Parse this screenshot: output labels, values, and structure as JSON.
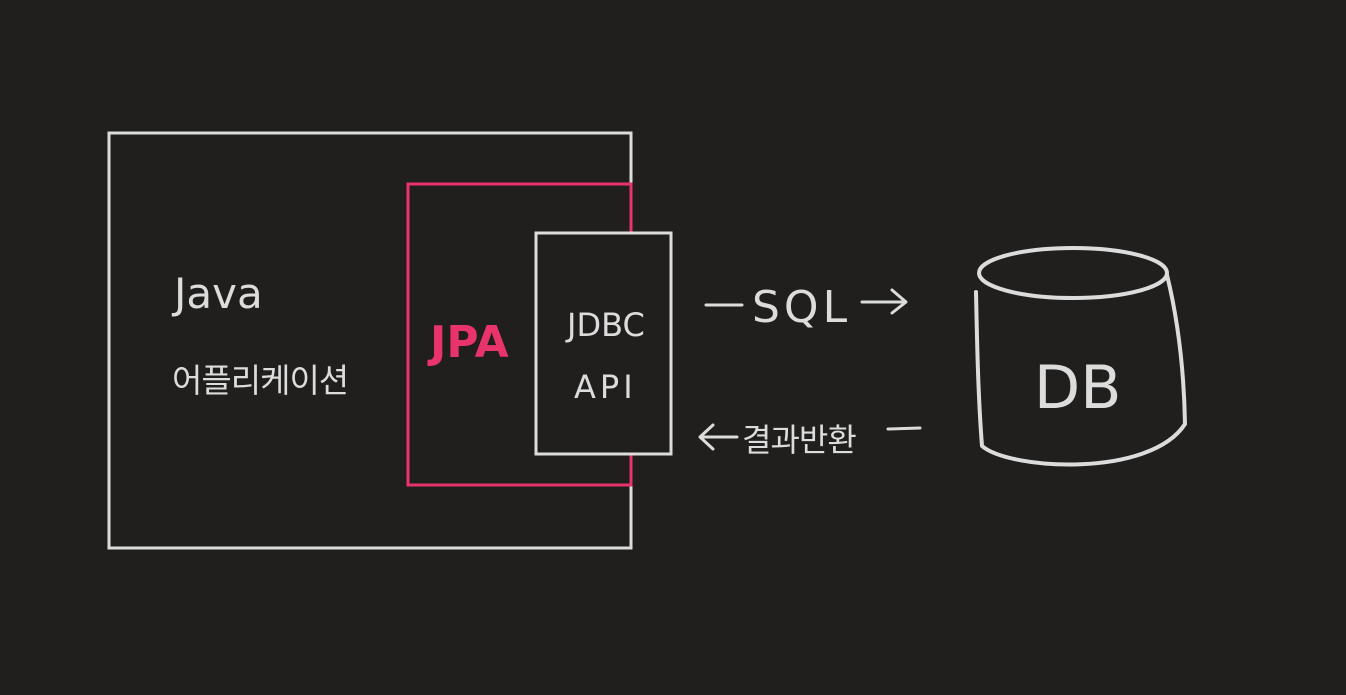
{
  "colors": {
    "background": "#201f1e",
    "stroke": "#dcdcdc",
    "accent": "#e8336b"
  },
  "app_box": {
    "title_line1": "Java",
    "title_line2": "어플리케이션"
  },
  "jpa_box": {
    "label": "JPA"
  },
  "jdbc_box": {
    "line1": "JDBC",
    "line2": "API"
  },
  "arrows": {
    "request_label": "SQL",
    "response_label": "결과반환"
  },
  "database": {
    "label": "DB"
  }
}
